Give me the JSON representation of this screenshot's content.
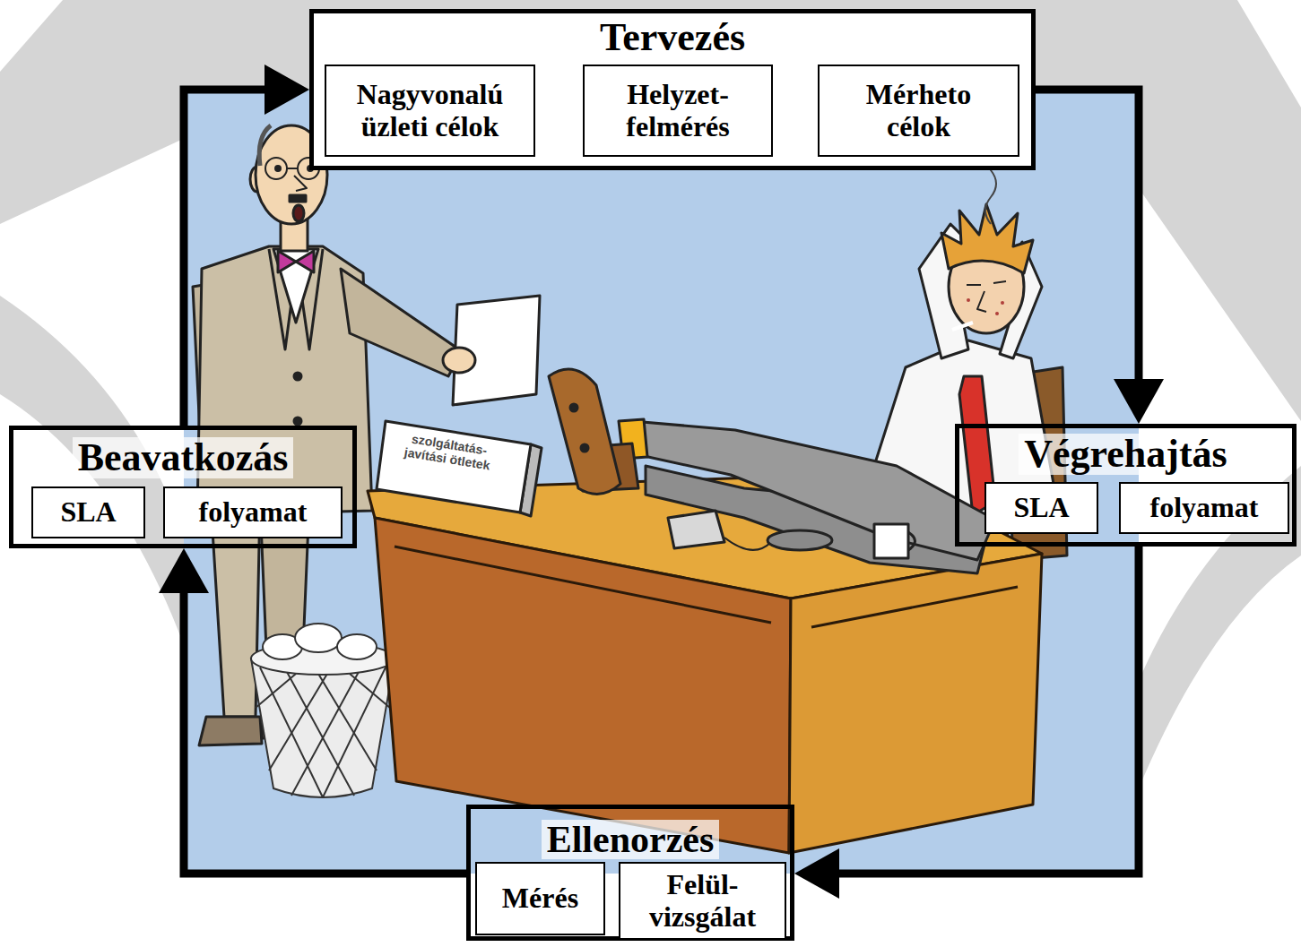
{
  "diagram": {
    "nodes": [
      {
        "text": [
          "Tervezés"
        ]
      },
      {
        "text": [
          "Nagyvonalú üzleti célok"
        ],
        "in": 0
      },
      {
        "text": [
          "Helyzet- felmérés"
        ],
        "in": 0
      },
      {
        "text": [
          "Mérheto célok"
        ],
        "in": 0
      },
      {
        "text": [
          "Végrehajtás"
        ]
      },
      {
        "text": [
          "SLA"
        ],
        "in": 4
      },
      {
        "text": [
          "folyamat"
        ],
        "in": 4
      },
      {
        "text": [
          "Ellenorzés"
        ]
      },
      {
        "text": [
          "Mérés"
        ],
        "in": 7
      },
      {
        "text": [
          "Felül- vizsgálat"
        ],
        "in": 7
      },
      {
        "text": [
          "Beavatkozás"
        ]
      },
      {
        "text": [
          "SLA"
        ],
        "in": 10
      },
      {
        "text": [
          "folyamat"
        ],
        "in": 10
      }
    ],
    "edges": [
      {
        "from": 1,
        "to": 2,
        "arrow": "to"
      },
      {
        "from": 2,
        "to": 3,
        "arrow": "to"
      },
      {
        "from": 0,
        "to": 4,
        "arrow": "to"
      },
      {
        "from": 4,
        "to": 7,
        "arrow": "to"
      },
      {
        "from": 7,
        "to": 10,
        "arrow": "to"
      },
      {
        "from": 10,
        "to": 0,
        "arrow": "to"
      }
    ],
    "labels": [
      "szolgáltatás- javítási ötletek"
    ]
  }
}
